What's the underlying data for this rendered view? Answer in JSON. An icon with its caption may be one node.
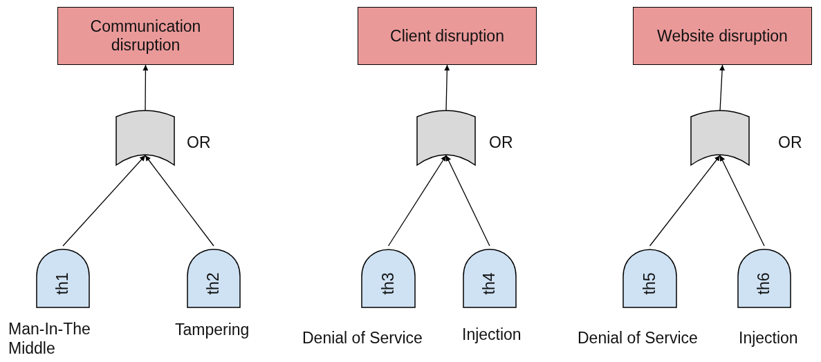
{
  "diagram": {
    "nodes": [
      {
        "text": [
          "Communication disruption"
        ]
      },
      {
        "text": [],
        "shape": "gate",
        "beside": [
          "OR"
        ]
      },
      {
        "text": [
          "th1"
        ],
        "beside": [
          "Man-In-The Middle"
        ]
      },
      {
        "text": [
          "th2"
        ],
        "beside": [
          "Tampering"
        ]
      },
      {
        "text": [
          "Client disruption"
        ]
      },
      {
        "text": [],
        "shape": "gate",
        "beside": [
          "OR"
        ]
      },
      {
        "text": [
          "th3"
        ],
        "beside": [
          "Denial of Service"
        ]
      },
      {
        "text": [
          "th4"
        ],
        "beside": [
          "Injection"
        ]
      },
      {
        "text": [
          "Website disruption"
        ]
      },
      {
        "text": [],
        "shape": "gate",
        "beside": [
          "OR"
        ]
      },
      {
        "text": [
          "th5"
        ],
        "beside": [
          "Denial of Service"
        ]
      },
      {
        "text": [
          "th6"
        ],
        "beside": [
          "Injection"
        ]
      }
    ],
    "edges": [
      {
        "from": 1,
        "to": 0,
        "arrow": "to"
      },
      {
        "from": 2,
        "to": 1,
        "arrow": "to"
      },
      {
        "from": 3,
        "to": 1,
        "arrow": "to"
      },
      {
        "from": 5,
        "to": 4,
        "arrow": "to"
      },
      {
        "from": 6,
        "to": 5,
        "arrow": "to"
      },
      {
        "from": 7,
        "to": 5,
        "arrow": "to"
      },
      {
        "from": 9,
        "to": 8,
        "arrow": "to"
      },
      {
        "from": 10,
        "to": 9,
        "arrow": "to"
      },
      {
        "from": 11,
        "to": 9,
        "arrow": "to"
      }
    ]
  }
}
